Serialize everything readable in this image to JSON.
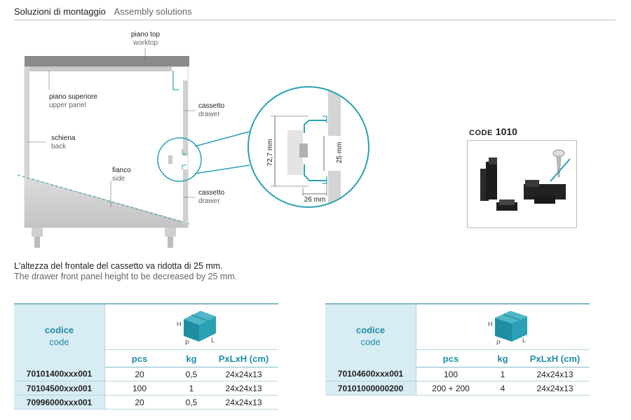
{
  "header": {
    "title_it": "Soluzioni di montaggio",
    "title_en": "Assembly solutions"
  },
  "diagram": {
    "labels": {
      "worktop_it": "piano top",
      "worktop_en": "worktop",
      "upper_panel_it": "piano superiore",
      "upper_panel_en": "upper panel",
      "drawer1_it": "cassetto",
      "drawer1_en": "drawer",
      "back_it": "schiena",
      "back_en": "back",
      "side_it": "fianco",
      "side_en": "side",
      "drawer2_it": "cassetto",
      "drawer2_en": "drawer"
    },
    "dims": {
      "height": "72,7 mm",
      "reduction": "25 mm",
      "gap": "26 mm"
    },
    "accent_color": "#2aa1b4"
  },
  "product": {
    "code_label": "CODE",
    "code_number": "1010"
  },
  "note": {
    "it": "L'altezza del frontale del cassetto va ridotta di 25 mm.",
    "en": "The drawer front panel height to be decreased by 25 mm."
  },
  "tables": [
    {
      "code_it": "codice",
      "code_en": "code",
      "box_labels": {
        "h": "H",
        "p": "P",
        "l": "L"
      },
      "columns": [
        "pcs",
        "kg",
        "PxLxH (cm)"
      ],
      "rows": [
        {
          "code": "70101400xxx001",
          "pcs": "20",
          "kg": "0,5",
          "dim": "24x24x13"
        },
        {
          "code": "70104500xxx001",
          "pcs": "100",
          "kg": "1",
          "dim": "24x24x13"
        },
        {
          "code": "70996000xxx001",
          "pcs": "20",
          "kg": "0,5",
          "dim": "24x24x13"
        }
      ]
    },
    {
      "code_it": "codice",
      "code_en": "code",
      "box_labels": {
        "h": "H",
        "p": "P",
        "l": "L"
      },
      "columns": [
        "pcs",
        "kg",
        "PxLxH (cm)"
      ],
      "rows": [
        {
          "code": "70104600xxx001",
          "pcs": "100",
          "kg": "1",
          "dim": "24x24x13"
        },
        {
          "code": "70101000000200",
          "pcs": "200 + 200",
          "kg": "4",
          "dim": "24x24x13"
        }
      ]
    }
  ]
}
